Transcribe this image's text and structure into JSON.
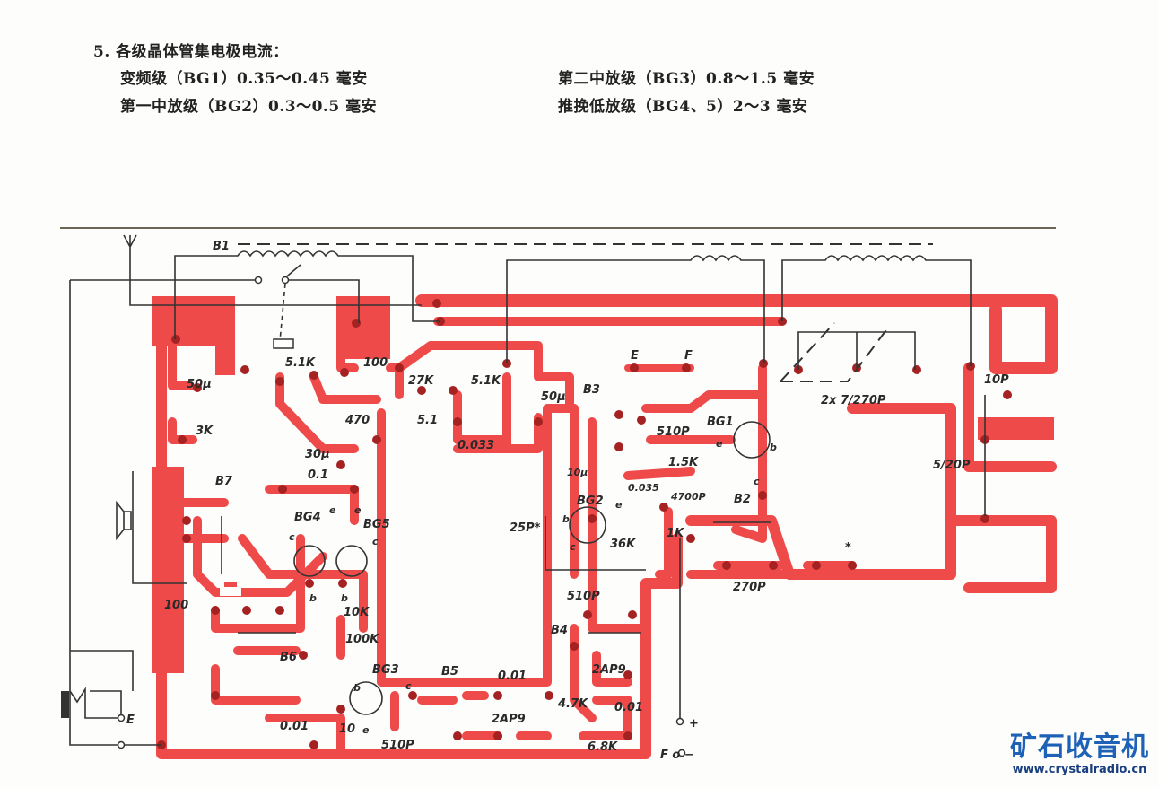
{
  "heading": "5. 各级晶体管集电极电流：",
  "currents": [
    {
      "stage": "变频级（BG1）0.35～0.45 毫安"
    },
    {
      "stage": "第一中放级（BG2）0.3～0.5 毫安"
    },
    {
      "stage": "第二中放级（BG3）0.8～1.5 毫安"
    },
    {
      "stage": "推挽低放级（BG4、5）2～3 毫安"
    }
  ],
  "labels": [
    "B1",
    "5.1K",
    "100",
    "27K",
    "5.1K",
    "50μ",
    "50μ",
    "470",
    "5.1",
    "0.033",
    "3K",
    "30μ",
    "B7",
    "0.1",
    "BG4",
    "BG5",
    "e",
    "e",
    "c",
    "c",
    "b",
    "b",
    "100",
    "10K",
    "100K",
    "B6",
    "BG3",
    "B5",
    "0.01",
    "2AP9",
    "4.7K",
    "2AP9",
    "0.01",
    "6.8K",
    "510P",
    "0.01",
    "10",
    "E",
    "F",
    "B3",
    "510P",
    "1.5K",
    "BG1",
    "10μ",
    "0.035",
    "BG2",
    "4700P",
    "B2",
    "25P*",
    "36K",
    "1K",
    "510P",
    "B4",
    "2x 7/270P",
    "10P",
    "5/20P",
    "*",
    "270P",
    "+",
    "F o −",
    "E",
    "e",
    "b",
    "c",
    "e",
    "b",
    "c",
    "b",
    "c",
    "e"
  ],
  "watermark": {
    "name": "矿石收音机",
    "url": "www.crystalradio.cn"
  },
  "colors": {
    "trace": "#ef4a4a",
    "pad": "#a52222",
    "ink": "#333333",
    "logo": "#1d62b7"
  }
}
